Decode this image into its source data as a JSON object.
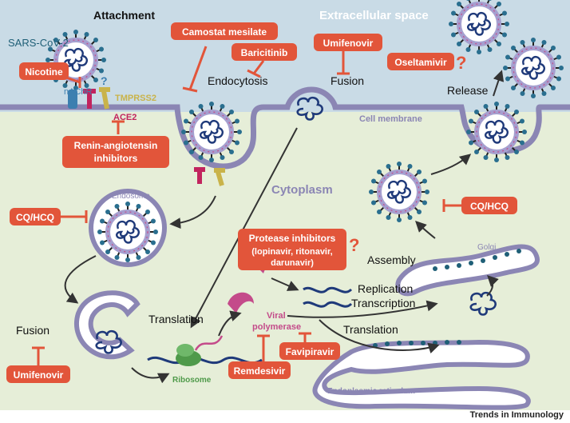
{
  "regions": {
    "extracellular": "Extracellular space",
    "cytoplasm": "Cytoplasm",
    "cell_membrane": "Cell membrane",
    "endosome": "Endosome",
    "golgi": "Golgi",
    "er": "Endoplasmic  reticulum"
  },
  "labels": {
    "virus": "SARS-CoV-2",
    "attachment": "Attachment",
    "endocytosis": "Endocytosis",
    "fusion_top": "Fusion",
    "fusion_bottom": "Fusion",
    "release": "Release",
    "assembly": "Assembly",
    "translation_1": "Translation",
    "translation_2": "Translation",
    "replication": "Replication",
    "transcription": "Transcription",
    "ribosome": "Ribosome",
    "polymerase_1": "Viral",
    "polymerase_2": "polymerase",
    "nachr": "nAChR",
    "tmprss2": "TMPRSS2",
    "ace2": "ACE2",
    "question": "?"
  },
  "drugs": {
    "nicotine": "Nicotine",
    "camostat": "Camostat mesilate",
    "baricitinib": "Baricitinib",
    "umifenovir_top": "Umifenovir",
    "oseltamivir": "Oseltamivir",
    "raas_1": "Renin-angiotensin",
    "raas_2": "inhibitors",
    "cqhcq_left": "CQ/HCQ",
    "cqhcq_right": "CQ/HCQ",
    "protease_1": "Protease inhibitors",
    "protease_2": "(lopinavir, ritonavir,",
    "protease_3": "darunavir)",
    "favipiravir": "Favipiravir",
    "remdesivir": "Remdesivir",
    "umifenovir_bottom": "Umifenovir"
  },
  "footer": "Trends in Immunology",
  "colors": {
    "extracellular": "#c9dbe6",
    "cytoplasm": "#e6eed8",
    "membrane": "#8b86b4",
    "drug": "#e2553a",
    "virus_envelope": "#a59fcf",
    "rna": "#1f3a7a",
    "ace2": "#c2245e",
    "tmprss2": "#c9b34a",
    "ribosome": "#4f9a4a",
    "polymerase": "#c44b8a"
  }
}
